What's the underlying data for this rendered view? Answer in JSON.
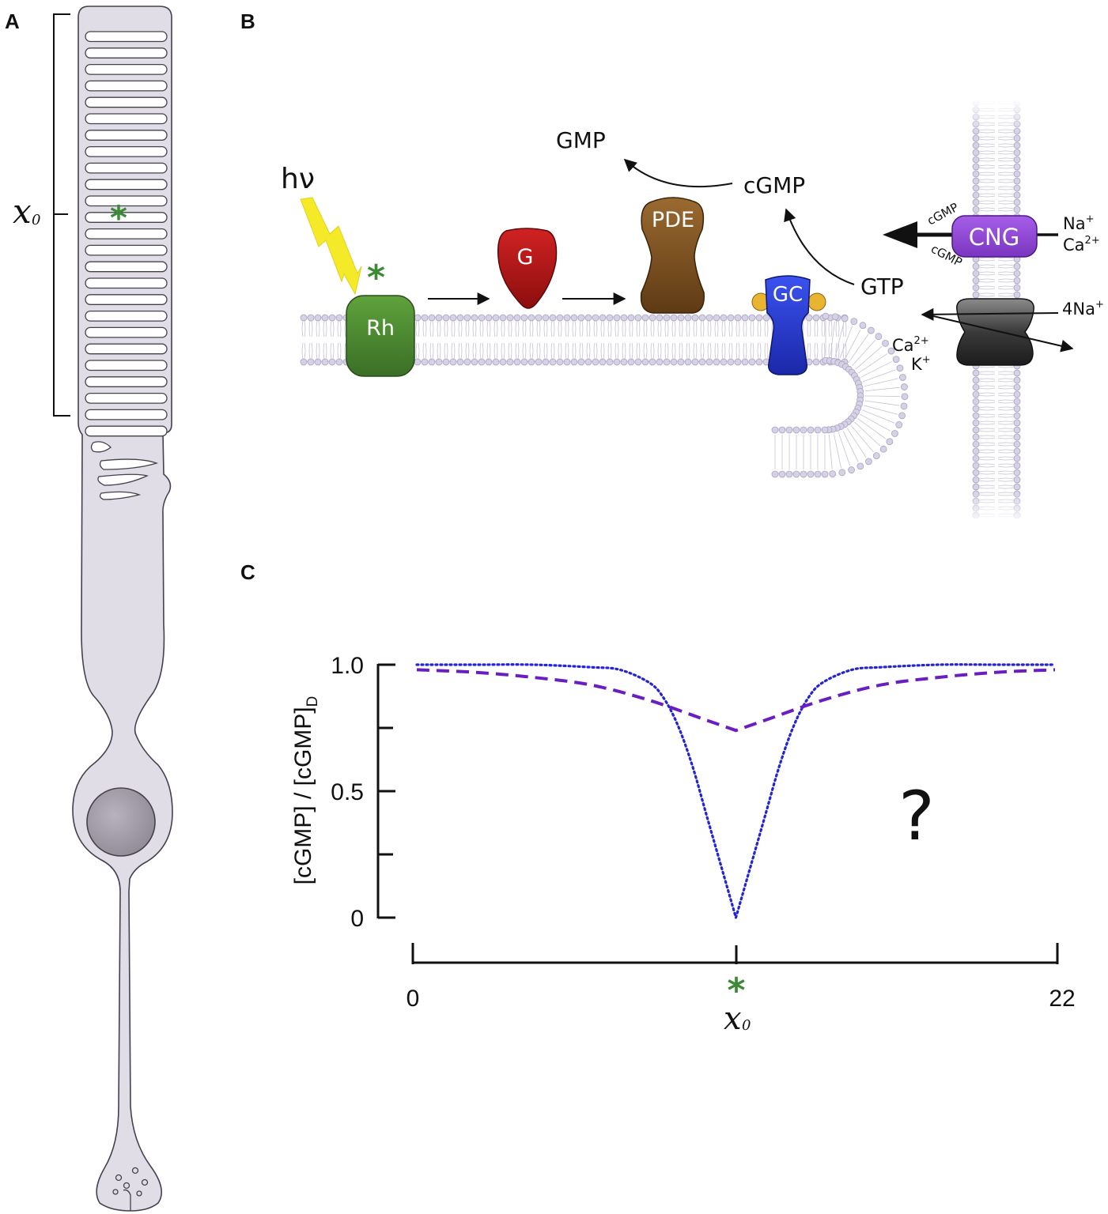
{
  "panels": {
    "a": "A",
    "b": "B",
    "c": "C"
  },
  "panel_a": {
    "x0_label": "x",
    "x0_sub": "0",
    "marker": "*"
  },
  "panel_b": {
    "light": "hν",
    "rh": "Rh",
    "g": "G",
    "pde": "PDE",
    "gc": "GC",
    "cng": "CNG",
    "gmp": "GMP",
    "cgmp": "cGMP",
    "gtp": "GTP",
    "cgmp_small_top": "cGMP",
    "cgmp_small_bottom": "cGMP",
    "na": "Na",
    "na_sup": "+",
    "ca": "Ca",
    "ca_sup": "2+",
    "exchanger_na": "4Na",
    "exchanger_na_sup": "+",
    "exchanger_ca": "Ca",
    "exchanger_ca_sup": "2+",
    "exchanger_k": "K",
    "exchanger_k_sup": "+",
    "marker": "*"
  },
  "colors": {
    "membrane": "#c6c0d8",
    "cell_fill": "#e1dde6",
    "cell_stroke": "#45404e",
    "rh": "#4e8a32",
    "g": "#b01818",
    "pde": "#7a4f22",
    "gc": "#2436cc",
    "cng": "#9046d6",
    "exchanger": "#4a4a4a",
    "gold": "#e9b530",
    "light": "#f5ea28",
    "star": "#3c8a36",
    "series_dotted": "#2424d6",
    "series_dashed": "#6a1ec0"
  },
  "chart_data": {
    "type": "line",
    "ylabel_main": "[cGMP] / [cGMP]",
    "ylabel_sub": "D",
    "y_tick_labels": [
      "1.0",
      "0.5",
      "0"
    ],
    "x_tick_labels": [
      "0",
      "22"
    ],
    "xlabel": "x",
    "xlabel_sub": "0",
    "x_marker": "*",
    "annotation": "?",
    "xlim": [
      0,
      22
    ],
    "ylim": [
      0,
      1
    ],
    "x0": 11,
    "series": [
      {
        "style": "dotted",
        "color": "#2424d6",
        "x": [
          0,
          2,
          4,
          6,
          7,
          8,
          8.5,
          9,
          9.5,
          10,
          10.5,
          11,
          11.5,
          12,
          12.5,
          13,
          13.5,
          14,
          15,
          16,
          18,
          20,
          22
        ],
        "y": [
          1.0,
          1.0,
          1.0,
          0.99,
          0.98,
          0.93,
          0.87,
          0.76,
          0.6,
          0.4,
          0.2,
          0.0,
          0.2,
          0.4,
          0.6,
          0.76,
          0.87,
          0.93,
          0.98,
          0.99,
          1.0,
          1.0,
          1.0
        ]
      },
      {
        "style": "dashed",
        "color": "#6a1ec0",
        "x": [
          0,
          2,
          4,
          6,
          8,
          10,
          11,
          12,
          14,
          16,
          18,
          20,
          22
        ],
        "y": [
          0.98,
          0.97,
          0.95,
          0.92,
          0.86,
          0.78,
          0.74,
          0.78,
          0.86,
          0.92,
          0.95,
          0.97,
          0.98
        ]
      }
    ]
  }
}
